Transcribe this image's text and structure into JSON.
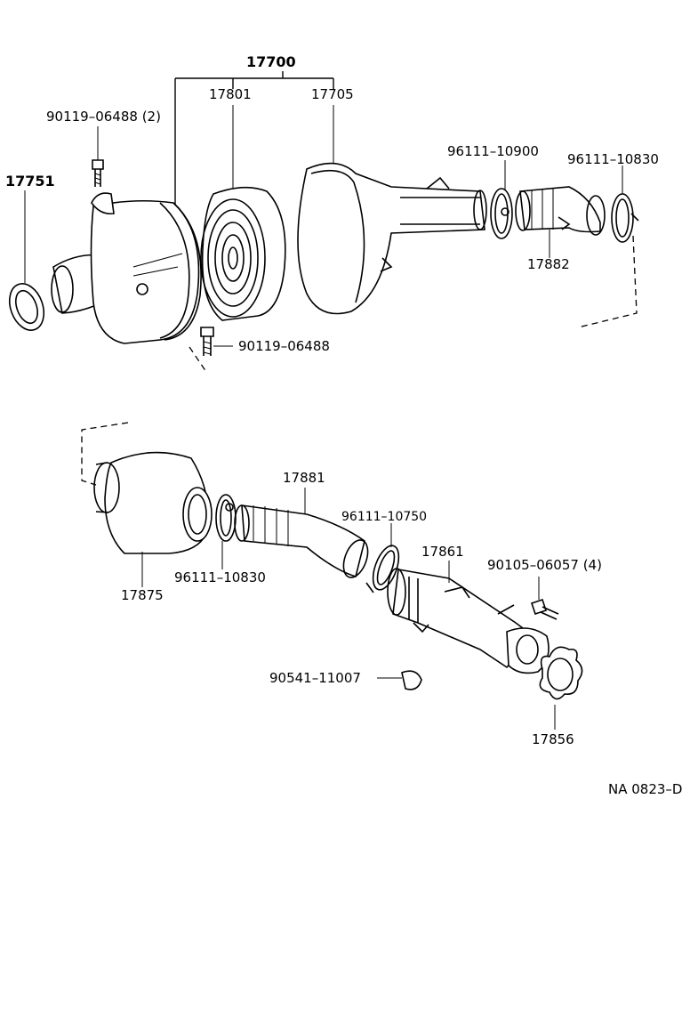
{
  "labels": {
    "assembly_17700": "17700",
    "element_17801": "17801",
    "cap_17705": "17705",
    "clamp_96111_10900": "96111–10900",
    "clamp_96111_10830_upper": "96111–10830",
    "bolt_90119_06488_2": "90119–06488 (2)",
    "hose_17751": "17751",
    "hose_17882": "17882",
    "bolt_90119_06488": "90119–06488",
    "hose_17881": "17881",
    "clamp_96111_10750": "96111–10750",
    "pipe_17861": "17861",
    "bolt_90105_06057_4": "90105–06057 (4)",
    "clamp_96111_10830_lower": "96111–10830",
    "resonator_17875": "17875",
    "clip_90541_11007": "90541–11007",
    "gasket_17856": "17856",
    "figure_code": "NA 0823–D"
  }
}
